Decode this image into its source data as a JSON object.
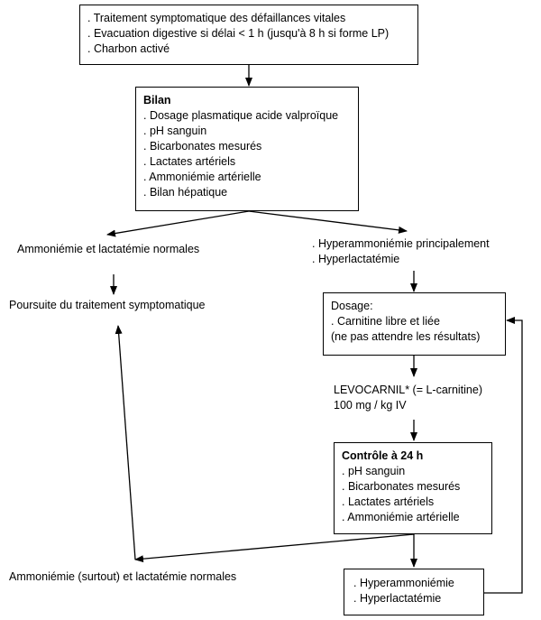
{
  "box_initial": {
    "lines": [
      ". Traitement symptomatique des défaillances vitales",
      ". Evacuation digestive si délai < 1 h (jusqu'à 8 h si forme LP)",
      ". Charbon activé"
    ]
  },
  "box_bilan": {
    "title": "Bilan",
    "lines": [
      ". Dosage plasmatique acide valproïque",
      ". pH sanguin",
      ". Bicarbonates mesurés",
      ". Lactates artériels",
      ". Ammoniémie artérielle",
      ". Bilan hépatique"
    ]
  },
  "left_branch": {
    "normal_label": "Ammoniémie et lactatémie normales",
    "continue_label": "Poursuite du traitement symptomatique"
  },
  "right_branch": {
    "lines": [
      ". Hyperammoniémie principalement",
      ". Hyperlactatémie"
    ]
  },
  "box_dosage": {
    "lines": [
      "Dosage:",
      ". Carnitine libre et liée",
      "(ne pas attendre les résultats)"
    ]
  },
  "treatment": {
    "lines": [
      "LEVOCARNIL* (= L-carnitine)",
      "100 mg / kg IV"
    ]
  },
  "box_control": {
    "title": "Contrôle à 24 h",
    "lines": [
      ". pH sanguin",
      ". Bicarbonates mesurés",
      ". Lactates artériels",
      ". Ammoniémie artérielle"
    ]
  },
  "final_normal": {
    "label": "Ammoniémie (surtout) et lactatémie normales"
  },
  "box_final_abnormal": {
    "lines": [
      ". Hyperammoniémie",
      ". Hyperlactatémie"
    ]
  }
}
